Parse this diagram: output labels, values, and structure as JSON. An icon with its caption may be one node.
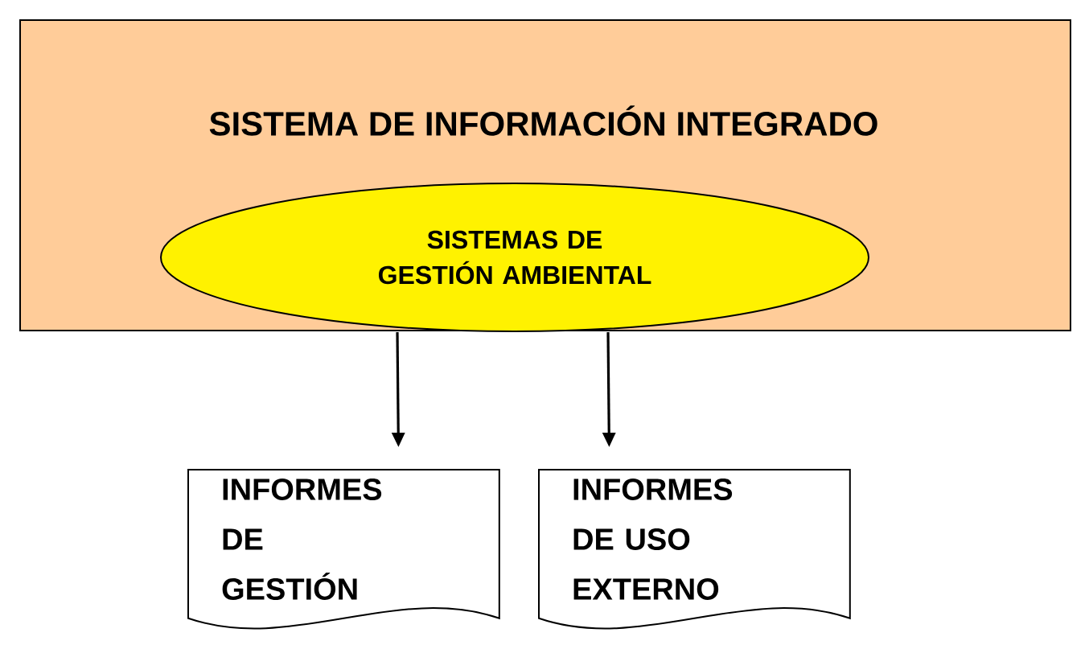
{
  "diagram": {
    "nodes": [
      {
        "text": [
          "SISTEMA DE INFORMACIÓN INTEGRADO"
        ]
      },
      {
        "text": [
          "SISTEMAS DE GESTIÓN AMBIENTAL"
        ],
        "in": 0
      },
      {
        "text": [
          "INFORMES DE GESTIÓN"
        ]
      },
      {
        "text": [
          "INFORMES DE USO EXTERNO"
        ]
      }
    ],
    "edges": [
      {
        "from": 1,
        "to": 2,
        "arrow": "to"
      },
      {
        "from": 1,
        "to": 3,
        "arrow": "to"
      }
    ]
  }
}
